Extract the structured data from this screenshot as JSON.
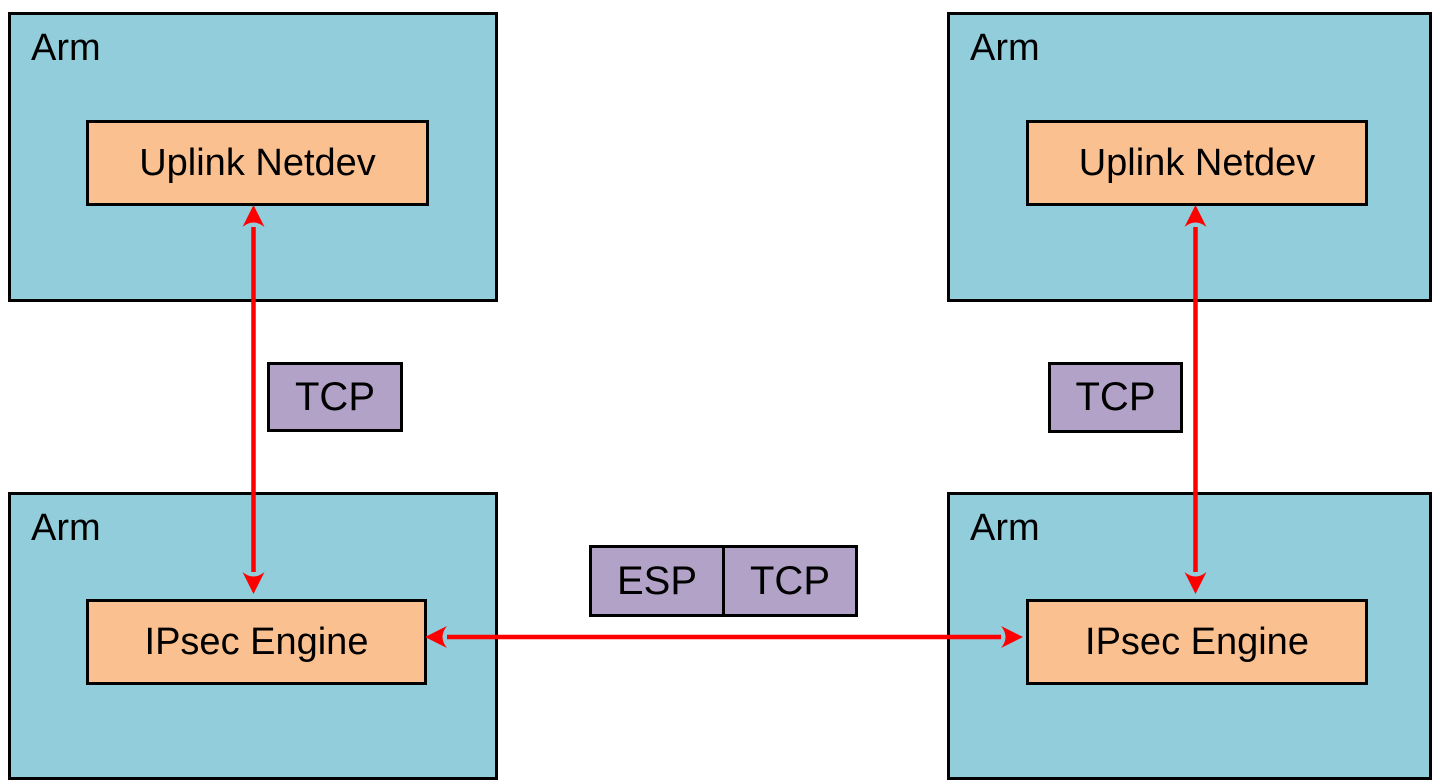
{
  "colors": {
    "node_fill": "#92CDDC",
    "component_fill": "#FAC090",
    "protocol_fill": "#B2A2C7",
    "arrow": "#FF0000",
    "border": "#000000",
    "background": "#FFFFFF",
    "text": "#000000"
  },
  "nodes": {
    "top_left": {
      "label": "Arm",
      "component": "Uplink Netdev"
    },
    "top_right": {
      "label": "Arm",
      "component": "Uplink Netdev"
    },
    "bottom_left": {
      "label": "Arm",
      "component": "IPsec Engine"
    },
    "bottom_right": {
      "label": "Arm",
      "component": "IPsec Engine"
    }
  },
  "protocols": {
    "left_vertical": "TCP",
    "right_vertical": "TCP",
    "horizontal": [
      "ESP",
      "TCP"
    ]
  },
  "connections": [
    {
      "from": "Uplink Netdev (left)",
      "to": "IPsec Engine (left)",
      "label": "TCP",
      "style": "red-double-arrow"
    },
    {
      "from": "Uplink Netdev (right)",
      "to": "IPsec Engine (right)",
      "label": "TCP",
      "style": "red-double-arrow"
    },
    {
      "from": "IPsec Engine (left)",
      "to": "IPsec Engine (right)",
      "label": "ESP TCP",
      "style": "red-double-arrow"
    }
  ]
}
